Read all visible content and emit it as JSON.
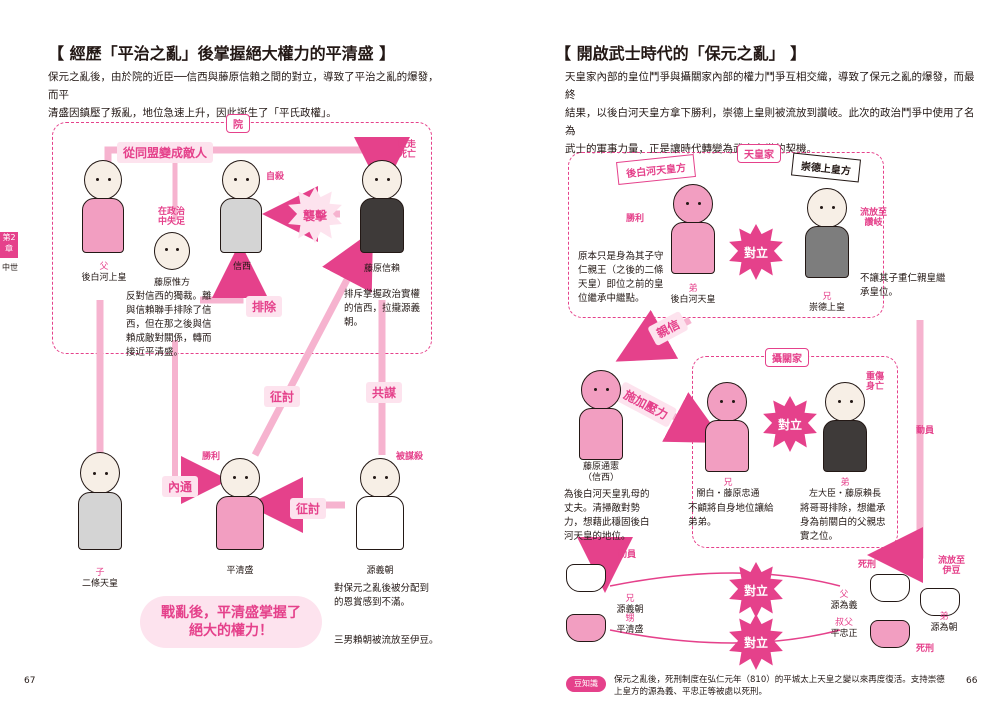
{
  "left_page": {
    "title": "【 經歷「平治之亂」後掌握絕大權力的平清盛 】",
    "intro": [
      "保元之亂後，由於院的近臣──信西與藤原信賴之間的對立，導致了平治之亂的爆發，而平",
      "清盛因鎮壓了叛亂，地位急速上升，因此誕生了「平氏政權」。"
    ],
    "group_label": "院",
    "arrow_top": "從同盟變成敵人",
    "tag_defeat": "敗走\n死亡",
    "tag_suicide": "自殺",
    "tag_lost": "在政治\n中失足",
    "tag_win": "勝利",
    "tag_killed": "被謀殺",
    "attack": "襲擊",
    "exclude": "排除",
    "campaign1": "征討",
    "conspire": "共謀",
    "internal": "內通",
    "campaign2": "征討",
    "persons": {
      "goshirakawa": {
        "rel": "父",
        "name": "後白河上皇"
      },
      "korekata": {
        "name": "藤原惟方"
      },
      "shinzei": {
        "name": "信西"
      },
      "nobuyori": {
        "name": "藤原信賴"
      },
      "nijo": {
        "rel": "子",
        "name": "二條天皇"
      },
      "kiyomori": {
        "name": "平清盛"
      },
      "yoshitomo": {
        "name": "源義朝"
      }
    },
    "note_korekata": "反對信西的獨裁。離與信賴聯手排除了信西，但在那之後與信賴成敵對關係，轉而接近平清盛。",
    "note_nobuyori": "排斥掌握政治實權的信西，拉攏源義朝。",
    "note_yoshitomo": "對保元之亂後被分配到的恩賞感到不滿。",
    "note_yoritomo": "三男賴朝被流放至伊豆。",
    "highlight": [
      "戰亂後，平清盛掌握了",
      "絕大的權力！"
    ],
    "side_tab": {
      "chapter": "第2章",
      "era": "中世"
    },
    "page_number": "67"
  },
  "right_page": {
    "title": "【 開啟武士時代的「保元之亂」 】",
    "intro": [
      "天皇家內部的皇位鬥爭與攝關家內部的權力鬥爭互相交織，導致了保元之亂的爆發，而最終",
      "結果，以後白河天皇方拿下勝利，崇德上皇則被流放到讚岐。此次的政治鬥爭中使用了名為",
      "武士的軍事力量，正是讓時代轉變為武士之世的契機。"
    ],
    "imperial_label": "天皇家",
    "flag_left": "後白河天皇方",
    "flag_right": "崇德上皇方",
    "tag_win": "勝利",
    "tag_exiled": "流放至\n讚岐",
    "oppose1": "對立",
    "note_goshirakawa": "原本只是身為其子守仁親王（之後的二條天皇）即位之前的皇位繼承中繼點。",
    "note_sutoku": "不讓其子重仁親皇繼承皇位。",
    "goshirakawa": {
      "rel": "弟",
      "name": "後白河天皇"
    },
    "sutoku": {
      "rel": "兄",
      "name": "崇德上皇"
    },
    "trust": "親信",
    "pressure": "施加壓力",
    "regent_label": "攝關家",
    "tag_injured": "重傷\n身亡",
    "oppose2": "對立",
    "mobilize_right": "動員",
    "shinzei": {
      "name": "藤原通憲",
      "sub": "（信西）"
    },
    "tadamichi": {
      "rel": "兄",
      "name": "關白・藤原忠通"
    },
    "yorinaga": {
      "rel": "弟",
      "name": "左大臣・藤原賴長"
    },
    "note_shinzei": "為後白河天皇乳母的丈夫。清掃敵對勢力，想藉此穩固後白河天皇的地位。",
    "note_tadamichi": "不顧將自身地位讓給弟弟。",
    "note_yorinaga": "將哥哥排除，想繼承身為前關白的父親忠實之位。",
    "mobilize_left": "動員",
    "tag_death": "死刑",
    "tag_exile_izu": "流放至\n伊豆",
    "tag_death2": "死刑",
    "oppose3": "對立",
    "oppose4": "對立",
    "warriors": {
      "yoshitomo": {
        "rel": "兄",
        "name": "源義朝"
      },
      "kiyomori": {
        "rel": "甥",
        "name": "平清盛"
      },
      "tameyoshi": {
        "rel": "父",
        "name": "源為義"
      },
      "tadamasa": {
        "rel": "叔父",
        "name": "平忠正"
      },
      "tametomo": {
        "rel": "弟",
        "name": "源為朝"
      }
    },
    "trivia_badge": "豆知識",
    "trivia": "保元之亂後，死刑制度在弘仁元年（810）的平城太上天皇之變以來再度復活。支持崇德上皇方的源為義、平忠正等被處以死刑。",
    "page_number": "66"
  },
  "colors": {
    "accent": "#e5418b",
    "light": "#fde3ee",
    "ink": "#231815"
  }
}
